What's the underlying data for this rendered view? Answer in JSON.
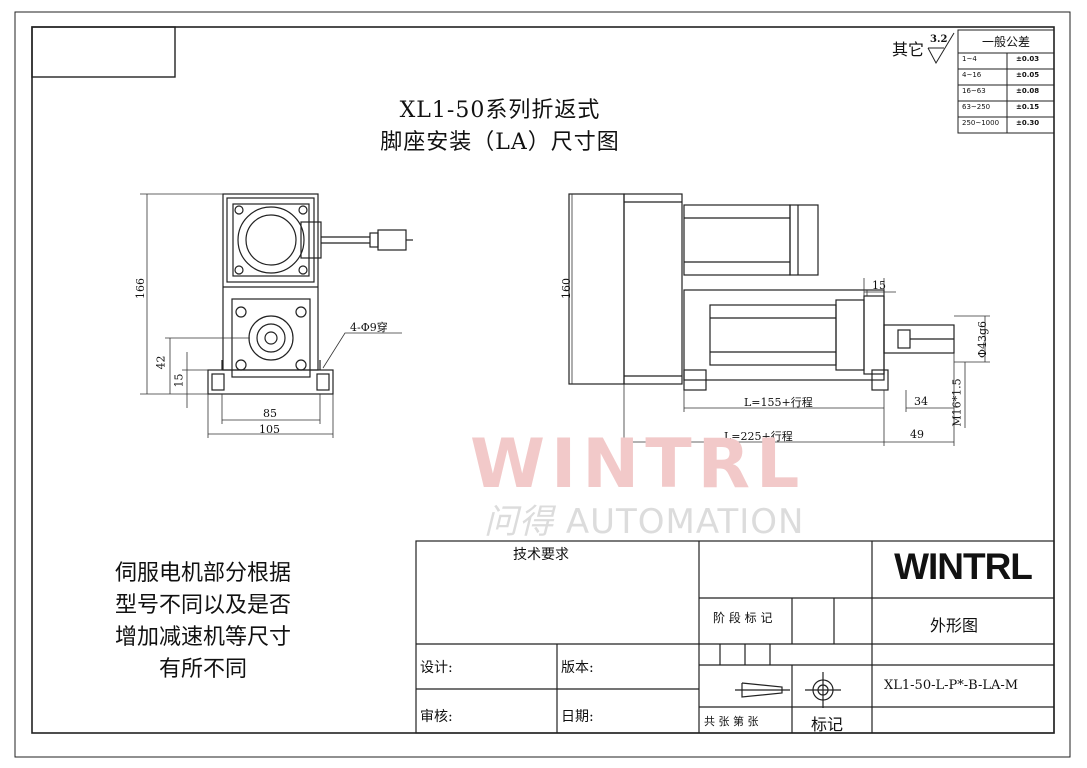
{
  "title": {
    "line1": "XL1-50系列折返式",
    "line2": "脚座安装（LA）尺寸图"
  },
  "roughness": {
    "label": "其它",
    "value": "3.2"
  },
  "tolerance_table": {
    "header": "一般公差",
    "rows": [
      {
        "range": "1~4",
        "tol": "±0.03"
      },
      {
        "range": "4~16",
        "tol": "±0.05"
      },
      {
        "range": "16~63",
        "tol": "±0.08"
      },
      {
        "range": "63~250",
        "tol": "±0.15"
      },
      {
        "range": "250~1000",
        "tol": "±0.30"
      }
    ]
  },
  "left_view": {
    "dims": {
      "height": "166",
      "h42": "42",
      "h15": "15",
      "w85": "85",
      "w105": "105",
      "hole": "4-Φ9穿"
    }
  },
  "right_view": {
    "dims": {
      "height": "160",
      "d15": "15",
      "shaft": "Φ43g6",
      "l155": "L=155+行程",
      "l225": "L=225+行程",
      "d34": "34",
      "d49": "49",
      "thread": "M16*1.5"
    }
  },
  "watermark": {
    "brand": "WINTRL",
    "cn": "问得",
    "sub": "AUTOMATION"
  },
  "note": {
    "lines": [
      "伺服电机部分根据",
      "型号不同以及是否",
      "增加减速机等尺寸",
      "有所不同"
    ]
  },
  "title_block": {
    "tech_req": "技术要求",
    "brand": "WINTRL",
    "stage_mark": "阶 段 标 记",
    "drawing_name": "外形图",
    "design": "设计:",
    "version": "版本:",
    "review": "审核:",
    "date": "日期:",
    "sheets": "共 张 第 张",
    "mark": "标记",
    "part_no": "XL1-50-L-P*-B-LA-M"
  }
}
